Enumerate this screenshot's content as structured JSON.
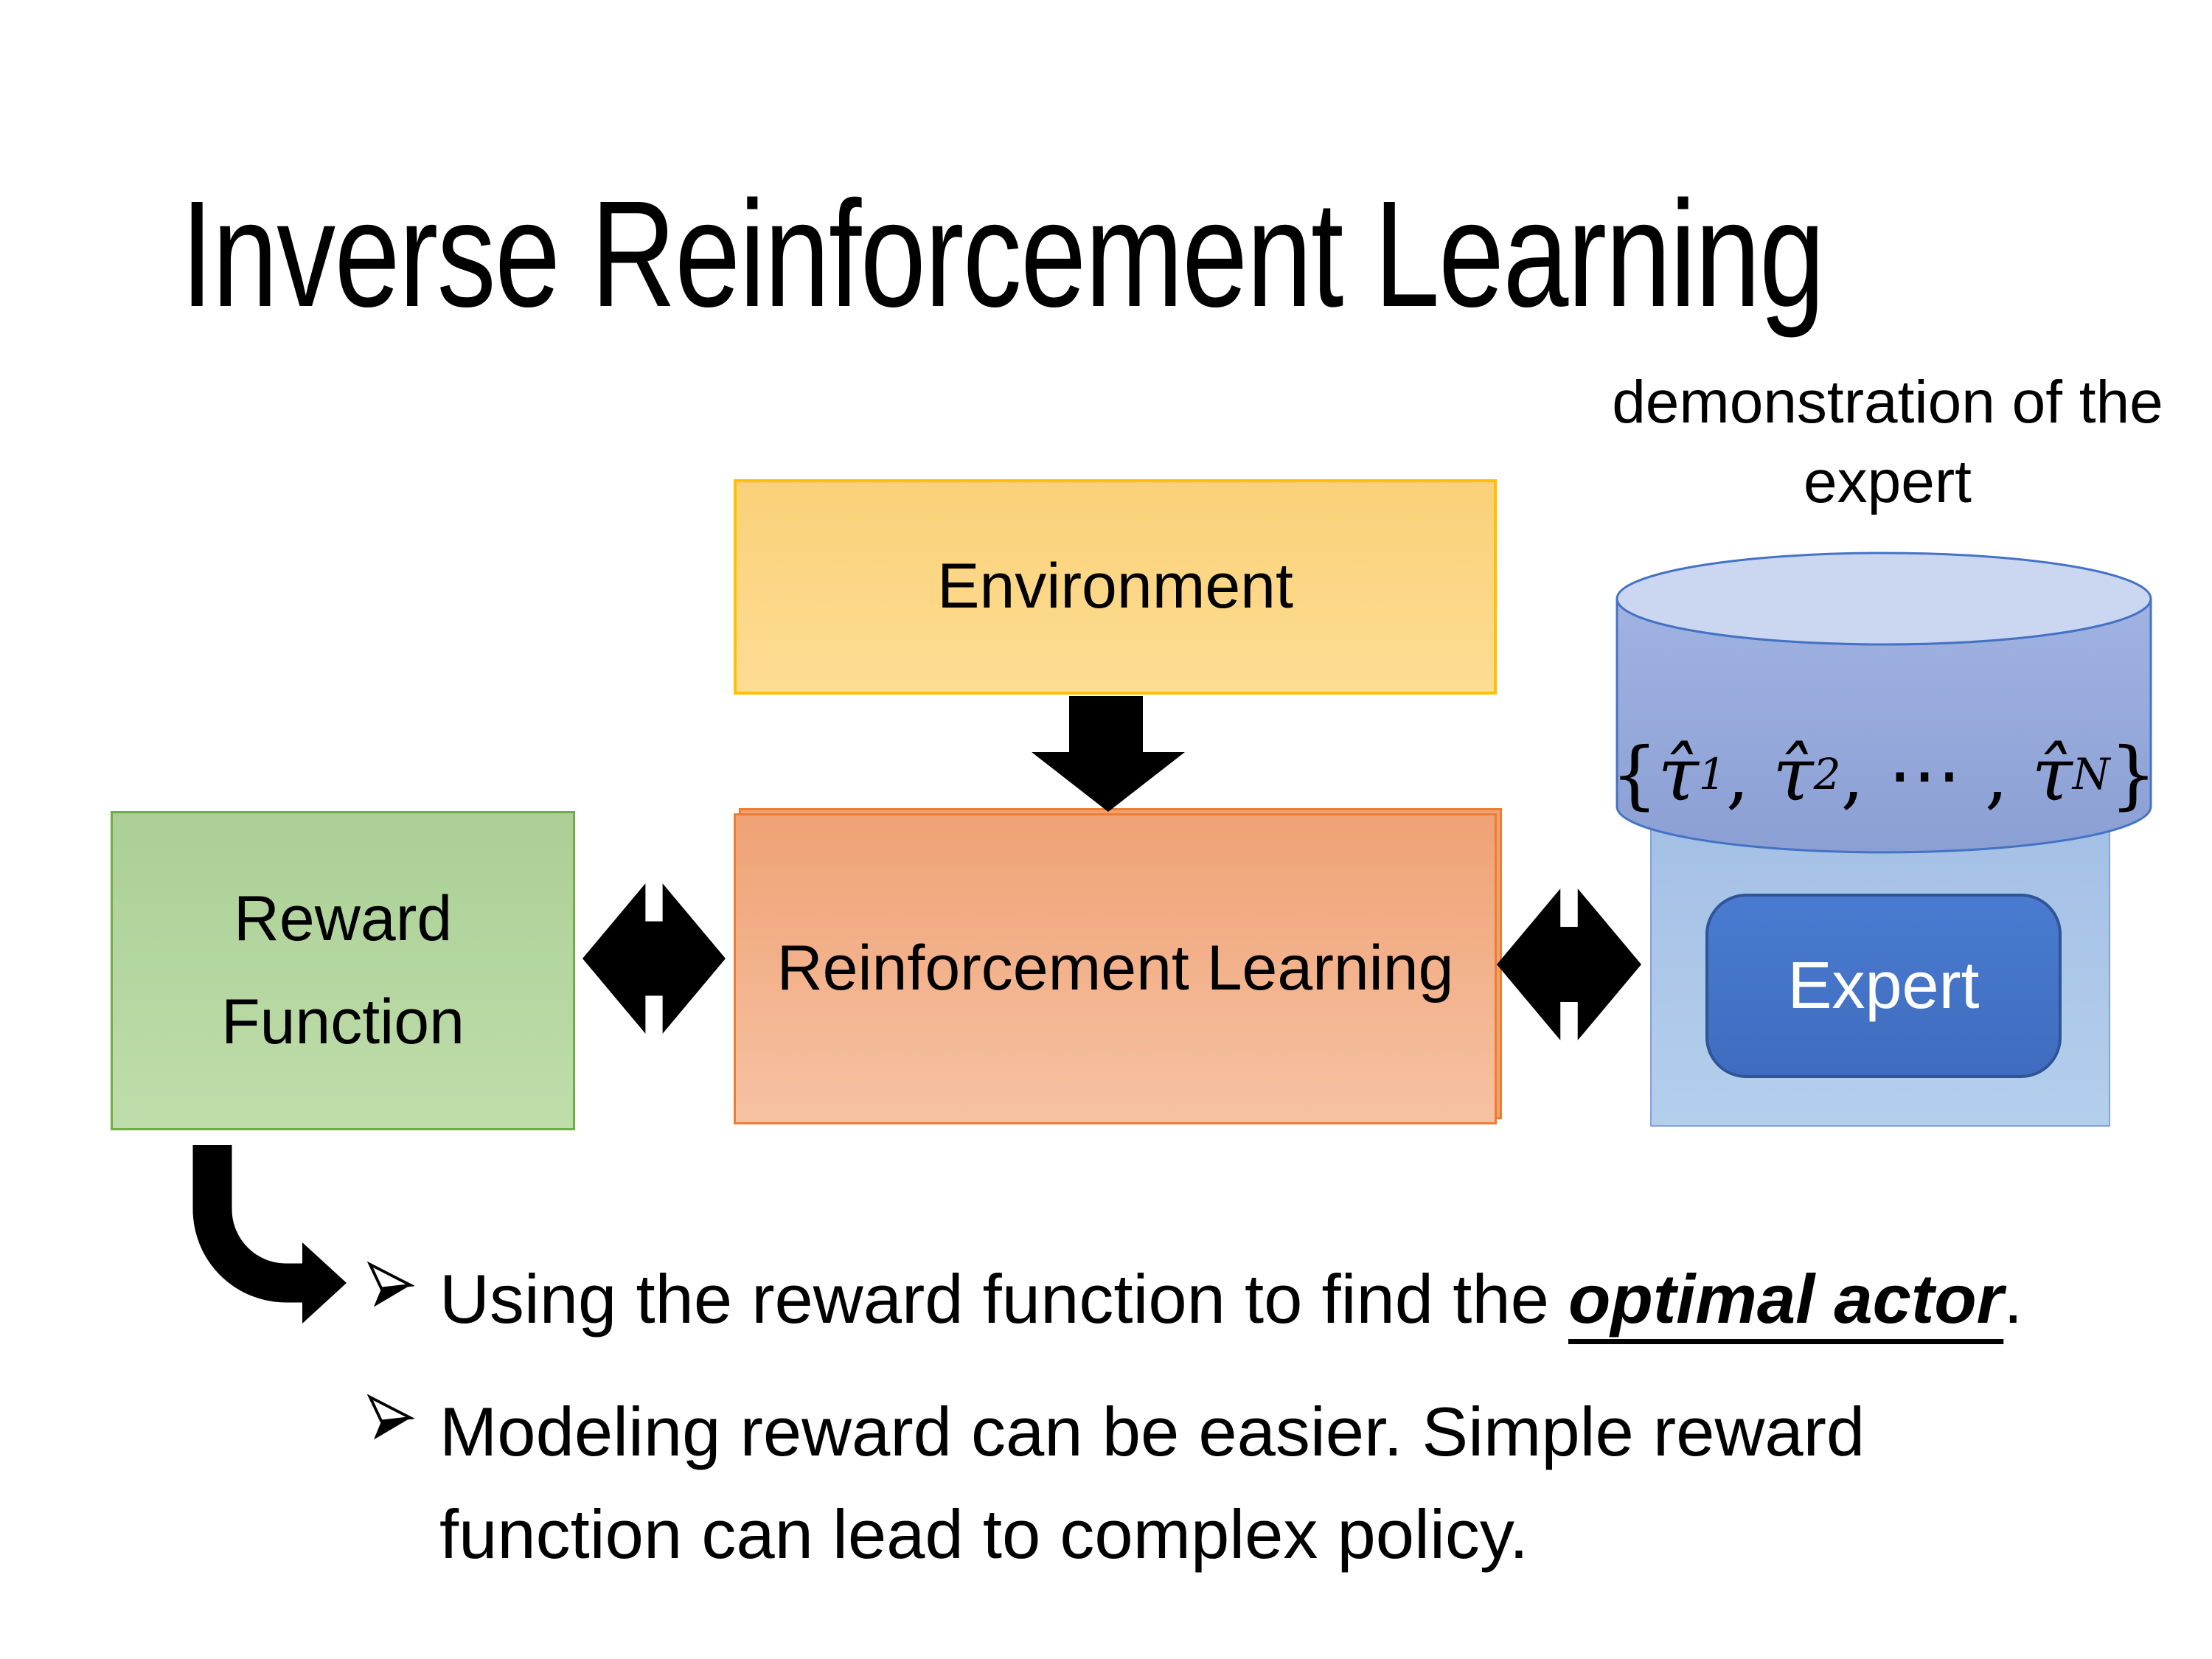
{
  "title": "Inverse Reinforcement Learning",
  "diagram": {
    "environment": {
      "label": "Environment"
    },
    "reward": {
      "label": "Reward Function"
    },
    "reinforcement_learning": {
      "label": "Reinforcement Learning"
    },
    "expert": {
      "label": "Expert"
    },
    "demonstration": {
      "label": "demonstration of the expert"
    },
    "formula": {
      "open": "{",
      "tau1": "τ̂",
      "sub1": "1",
      "sep1": ", ",
      "tau2": "τ̂",
      "sub2": "2",
      "sep2": ", ⋯ , ",
      "tau3": "τ̂",
      "sub3": "N",
      "close": "}"
    }
  },
  "bullets": [
    {
      "prefix": "Using the reward function to find the ",
      "emphasis": "optimal actor",
      "suffix": "."
    },
    {
      "text": "Modeling reward can be easier. Simple reward function can lead to complex policy."
    }
  ],
  "colors": {
    "env_fill_top": "#F9D178",
    "env_fill_bottom": "#FEDC93",
    "env_border": "#FFC000",
    "rl_fill_top": "#EFA275",
    "rl_fill_bottom": "#F6C2A3",
    "rl_border": "#ED7D31",
    "reward_fill_top": "#ABCF96",
    "reward_fill_bottom": "#BFDDAA",
    "reward_border": "#70AD47",
    "cyl_fill_top": "#A0B3E1",
    "cyl_fill_bottom": "#8B9FD4",
    "cyl_lid": "#CBD6F0",
    "cyl_border": "#4472C4",
    "container_fill_top": "#A3BFE5",
    "container_fill_bottom": "#B4CFEC",
    "container_border": "#7FA3D6",
    "expert_fill_top": "#4A7BD0",
    "expert_fill_bottom": "#3F6CBE",
    "expert_border": "#2F5597",
    "arrow": "#000000",
    "text": "#000000",
    "bg": "#FFFFFF"
  }
}
